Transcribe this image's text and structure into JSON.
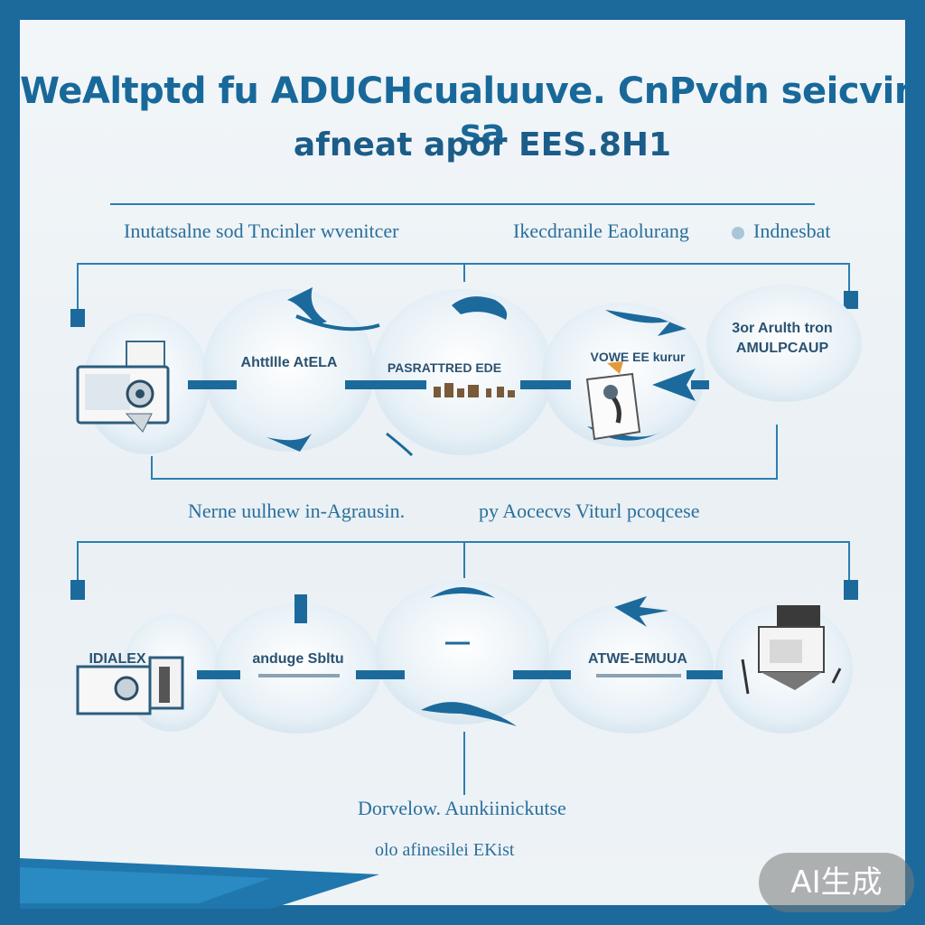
{
  "header": {
    "title_line1": "WeAltptd fu ADUCHcualuuve. CnPvdn seicving sa",
    "title_line2": "afneat apor EES.8H1"
  },
  "top_section": {
    "label_left": "Inutatsalne sod Tncinler wvenitcer",
    "label_right": "Ikecdranile Eaolurang",
    "label_legend": "Indnesbat",
    "nodes": [
      {
        "label": ""
      },
      {
        "label": "Ahttllle AtELA"
      },
      {
        "label": "PASRATTRED EDE"
      },
      {
        "label": "VOWE EE kurur"
      },
      {
        "label_1": "3or Arulth tron",
        "label_2": "AMULPCAUP"
      }
    ]
  },
  "mid_caption": {
    "left": "Nerne uulhew in-Agrausin.",
    "right": "py Aocecvs Viturl pcoqcese"
  },
  "bottom_section": {
    "nodes": [
      {
        "label": "IDIALEX"
      },
      {
        "label": "anduge Sbltu"
      },
      {
        "label": ""
      },
      {
        "label": "ATWE-EMUUA"
      },
      {
        "label": ""
      }
    ]
  },
  "footer": {
    "line1": "Dorvelow. Aunkiinickutse",
    "line2": "olo afinesilei EKist"
  },
  "watermark": "AI生成",
  "colors": {
    "primary": "#1c6a9c",
    "accent": "#2b7fb0",
    "bubble": "#e4eef5"
  }
}
